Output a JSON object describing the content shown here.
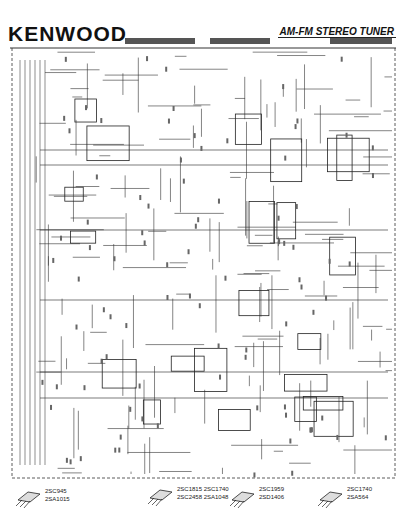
{
  "diagram": {
    "title": "KENWOOD",
    "labels": [
      "AM-FM STEREO TUNER",
      "2SC945",
      "2SA1015",
      "2SC1815 2SC1740",
      "2SC2458 2SA1048",
      "2SC1959",
      "2SD1406",
      "2SC1740",
      "2SA564"
    ]
  }
}
